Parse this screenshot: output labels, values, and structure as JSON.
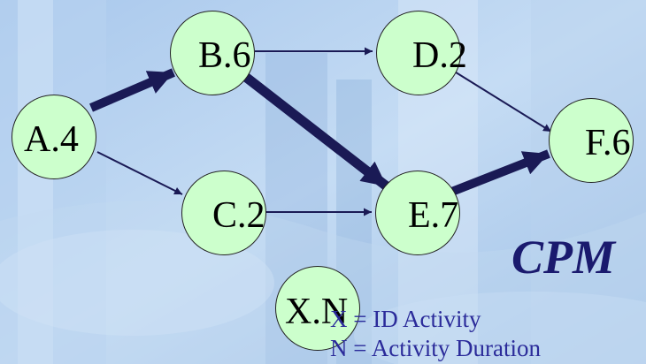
{
  "title": "CPM",
  "nodes": [
    {
      "id": "A",
      "label": "A.4"
    },
    {
      "id": "B",
      "label": "B.6"
    },
    {
      "id": "C",
      "label": "C.2"
    },
    {
      "id": "D",
      "label": "D.2"
    },
    {
      "id": "E",
      "label": "E.7"
    },
    {
      "id": "F",
      "label": "F.6"
    },
    {
      "id": "X",
      "label": "X.N"
    }
  ],
  "edges": [
    {
      "from": "A",
      "to": "B",
      "critical": true
    },
    {
      "from": "A",
      "to": "C",
      "critical": false
    },
    {
      "from": "B",
      "to": "D",
      "critical": false
    },
    {
      "from": "B",
      "to": "E",
      "critical": true
    },
    {
      "from": "C",
      "to": "E",
      "critical": false
    },
    {
      "from": "D",
      "to": "F",
      "critical": false
    },
    {
      "from": "E",
      "to": "F",
      "critical": true
    }
  ],
  "legend": {
    "line1": "X = ID Activity",
    "line2": "N = Activity Duration"
  },
  "colors": {
    "node_fill": "#ccffcc",
    "arrow_critical": "#1a1a55",
    "title": "#1a1a6e",
    "legend_text": "#2b2b9a"
  }
}
